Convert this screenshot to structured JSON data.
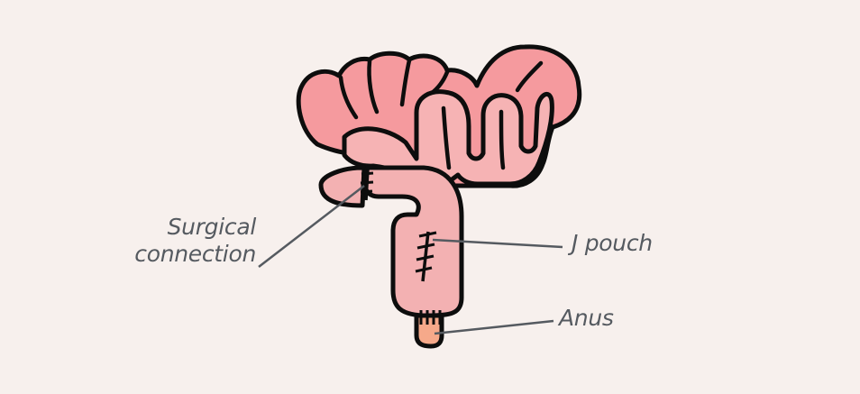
{
  "labels": {
    "surgical_line1": "Surgical",
    "surgical_line2": "connection",
    "j_pouch": "J pouch",
    "anus": "Anus"
  },
  "colors": {
    "background": "#f7f0ed",
    "small_bowel_dark": "#f59a9e",
    "small_bowel_light": "#f6b3b4",
    "pouch": "#f3b1b2",
    "anus": "#f6a98a",
    "outline": "#0d0d0d",
    "leader": "#555a60"
  }
}
